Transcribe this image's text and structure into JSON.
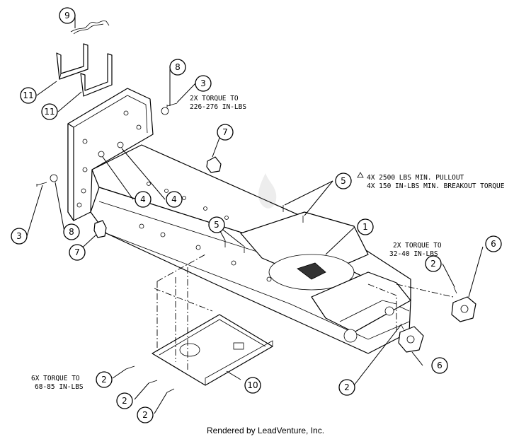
{
  "callouts": [
    {
      "label": "9"
    },
    {
      "label": "11"
    },
    {
      "label": "11"
    },
    {
      "label": "8"
    },
    {
      "label": "3"
    },
    {
      "label": "7"
    },
    {
      "label": "4"
    },
    {
      "label": "4"
    },
    {
      "label": "3"
    },
    {
      "label": "8"
    },
    {
      "label": "7"
    },
    {
      "label": "5"
    },
    {
      "label": "5"
    },
    {
      "label": "1"
    },
    {
      "label": "6"
    },
    {
      "label": "2"
    },
    {
      "label": "2"
    },
    {
      "label": "2"
    },
    {
      "label": "2"
    },
    {
      "label": "2"
    },
    {
      "label": "10"
    },
    {
      "label": "6"
    }
  ],
  "notes": {
    "torque_226_line1": "2X TORQUE TO",
    "torque_226_line2": "226-276 IN-LBS",
    "pullout_line1": "4X 2500 LBS MIN. PULLOUT",
    "pullout_line2": "4X 150 IN-LBS MIN. BREAKOUT TORQUE",
    "torque_32_line1": "2X TORQUE TO",
    "torque_32_line2": "32-40 IN-LBS",
    "torque_68_line1": "6X TORQUE TO",
    "torque_68_line2": "68-85 IN-LBS"
  },
  "footer": "Rendered by LeadVenture, Inc."
}
